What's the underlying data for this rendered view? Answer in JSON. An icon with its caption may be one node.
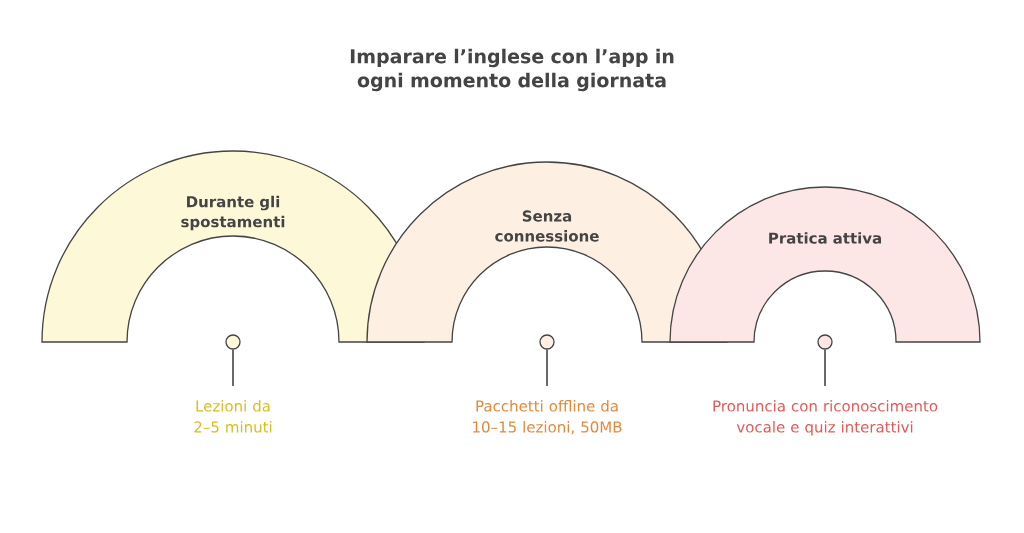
{
  "diagram": {
    "title": "Imparare l’inglese con l’app in ogni momento della giornata",
    "nodes": [
      {
        "text": [
          "Durante gli spostamenti"
        ]
      },
      {
        "text": [
          "Senza connessione"
        ]
      },
      {
        "text": [
          "Pratica attiva"
        ]
      },
      {
        "text": [],
        "shape": "circle"
      },
      {
        "text": [],
        "shape": "circle"
      },
      {
        "text": [],
        "shape": "circle"
      },
      {
        "text": [
          "Lezioni da 2–5 minuti"
        ]
      },
      {
        "text": [
          "Pacchetti offline da 10–15 lezioni, 50MB"
        ]
      },
      {
        "text": [
          "Pronuncia con riconoscimento vocale e quiz interattivi"
        ]
      }
    ],
    "edges": [
      {
        "from": 3,
        "to": 6,
        "arrow": "none"
      },
      {
        "from": 4,
        "to": 7,
        "arrow": "none"
      },
      {
        "from": 5,
        "to": 8,
        "arrow": "none"
      }
    ]
  }
}
